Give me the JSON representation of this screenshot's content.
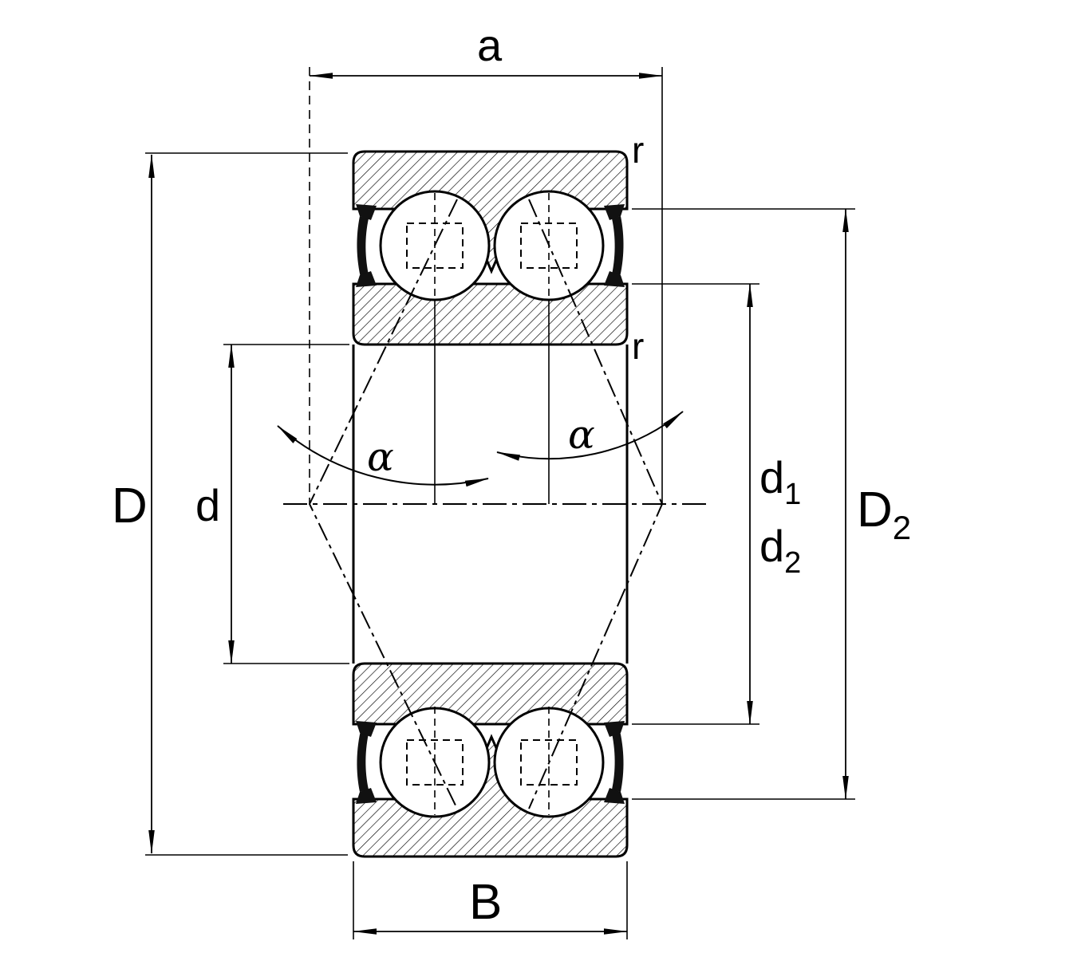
{
  "figure": {
    "type": "bearing-sectional-drawing"
  },
  "colors": {
    "line": "#000000",
    "background": "#ffffff",
    "seal": "#111111"
  },
  "dims": {
    "a": {
      "label": "a"
    },
    "r_upper": {
      "label": "r"
    },
    "r_lower": {
      "label": "r"
    },
    "D": {
      "label": "D"
    },
    "d": {
      "label": "d"
    },
    "alpha_left": {
      "label": "α"
    },
    "alpha_right": {
      "label": "α"
    },
    "d1": {
      "base": "d",
      "sub": "1"
    },
    "d2": {
      "base": "d",
      "sub": "2"
    },
    "D2": {
      "base": "D",
      "sub": "2"
    },
    "B": {
      "label": "B"
    }
  }
}
